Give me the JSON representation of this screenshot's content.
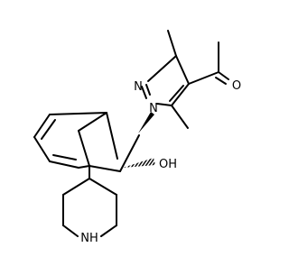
{
  "molecule": {
    "atom_labels": {
      "n_pyrazole_2": "N",
      "n_pyrazole_1": "N",
      "o_ketone": "O",
      "oh": "OH",
      "nh": "NH"
    },
    "colors": {
      "bond": "#000000",
      "nitrogen": "#1f3fbf",
      "oxygen": "#e8001b",
      "background": "#ffffff"
    }
  }
}
